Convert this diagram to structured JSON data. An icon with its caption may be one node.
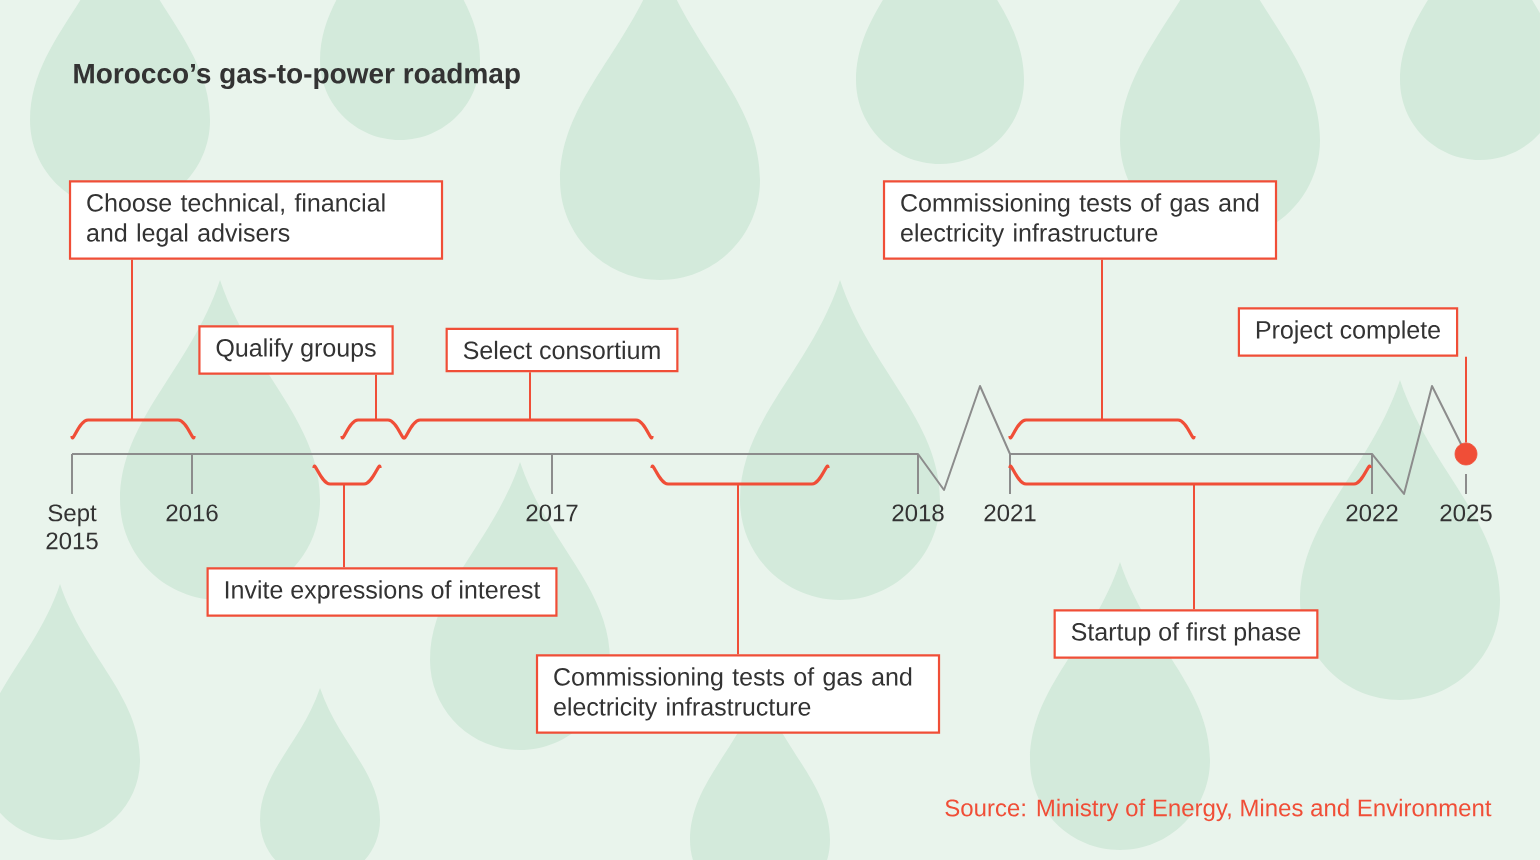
{
  "diagram": {
    "title": "Morocco’s gas-to-power roadmap",
    "nodes": [
      {
        "text": [
          "Choose technical, financial and legal advisers"
        ]
      },
      {
        "text": [
          "Commissioning tests of gas and electricity infrastructure"
        ]
      },
      {
        "text": [
          "Project complete"
        ]
      },
      {
        "text": [
          "Qualify groups"
        ]
      },
      {
        "text": [
          "Select consortium"
        ]
      },
      {
        "text": [
          "Invite expressions of interest"
        ]
      },
      {
        "text": [
          "Startup of first phase"
        ]
      },
      {
        "text": [
          "Commissioning tests of gas and electricity infrastructure"
        ]
      },
      {
        "text": [],
        "shape": "bracket"
      },
      {
        "text": [],
        "shape": "bracket"
      },
      {
        "text": [],
        "shape": "bracket"
      },
      {
        "text": [],
        "shape": "bracket"
      },
      {
        "text": [],
        "shape": "bracket"
      },
      {
        "text": [],
        "shape": "bracket"
      },
      {
        "text": [],
        "shape": "bracket"
      },
      {
        "text": [],
        "shape": "circle"
      }
    ],
    "edges": [
      {
        "from": 0,
        "to": 8,
        "arrow": "none"
      },
      {
        "from": 3,
        "to": 9,
        "arrow": "none"
      },
      {
        "from": 4,
        "to": 10,
        "arrow": "none"
      },
      {
        "from": 1,
        "to": 11,
        "arrow": "none"
      },
      {
        "from": 5,
        "to": 12,
        "arrow": "none"
      },
      {
        "from": 7,
        "to": 13,
        "arrow": "none"
      },
      {
        "from": 6,
        "to": 14,
        "arrow": "none"
      },
      {
        "from": 2,
        "to": 15,
        "arrow": "none"
      }
    ],
    "labels": [
      "Sept 2015",
      "2016",
      "2017",
      "2018",
      "2021",
      "2022",
      "2025",
      "Source: Ministry of Energy, Mines and Environment"
    ]
  }
}
